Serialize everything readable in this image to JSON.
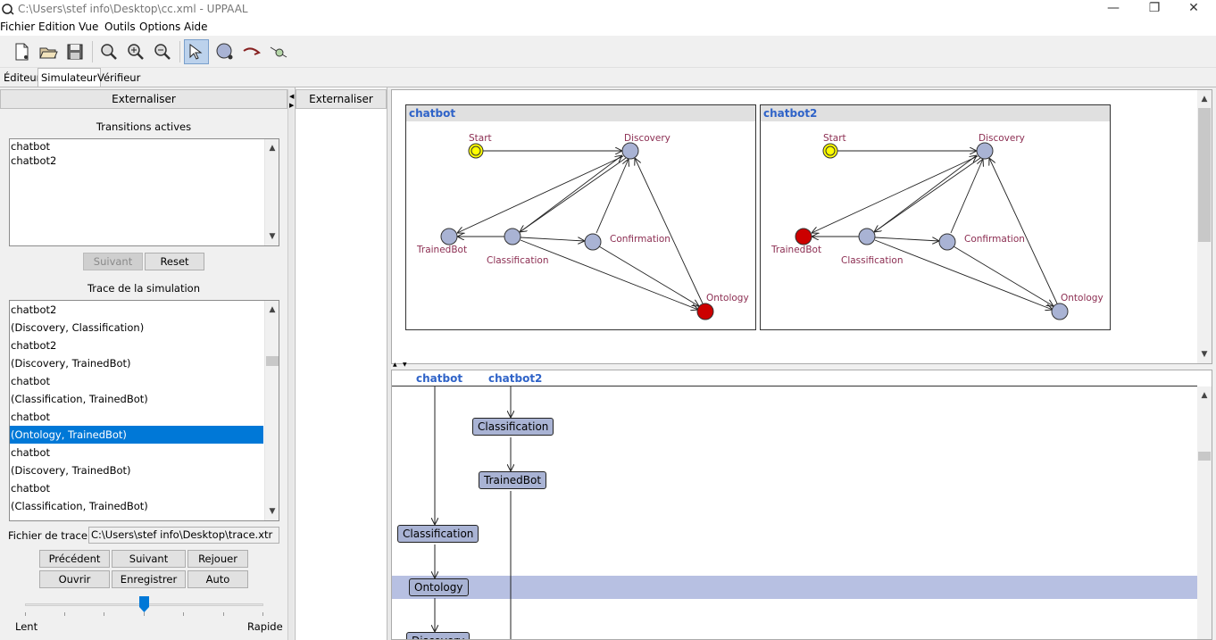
{
  "window": {
    "title": "C:\\Users\\stef info\\Desktop\\cc.xml - UPPAAL",
    "controls": [
      "—",
      "❐",
      "✕"
    ]
  },
  "menu": [
    "Fichier",
    "Edition",
    "Vue",
    "Outils",
    "Options",
    "Aide"
  ],
  "tabs": [
    "Éditeur",
    "Simulateur",
    "Vérifieur"
  ],
  "left": {
    "externalize": "Externaliser",
    "transitions_label": "Transitions actives",
    "transitions": [
      "chatbot",
      "chatbot2"
    ],
    "next_button": "Suivant",
    "reset_button": "Reset",
    "trace_label": "Trace de la simulation",
    "trace": [
      "chatbot2",
      "(Discovery, Classification)",
      "chatbot2",
      "(Discovery, TrainedBot)",
      "chatbot",
      "(Classification, TrainedBot)",
      "chatbot",
      "(Ontology, TrainedBot)",
      "chatbot",
      "(Discovery, TrainedBot)",
      "chatbot",
      "(Classification, TrainedBot)"
    ],
    "trace_selected_index": 7,
    "trace_file_label": "Fichier de trace:",
    "trace_file_value": "C:\\Users\\stef info\\Desktop\\trace.xtr",
    "buttons_row1": [
      "Précédent",
      "Suivant",
      "Rejouer"
    ],
    "buttons_row2": [
      "Ouvrir",
      "Enregistrer",
      "Auto"
    ],
    "speed_slow": "Lent",
    "speed_fast": "Rapide",
    "speed_level": 0.5
  },
  "middle": {
    "externalize": "Externaliser"
  },
  "processes": [
    {
      "name": "chatbot",
      "locations": [
        "Start",
        "Discovery",
        "TrainedBot",
        "Classification",
        "Confirmation",
        "Ontology"
      ],
      "active_location": "Ontology"
    },
    {
      "name": "chatbot2",
      "locations": [
        "Start",
        "Discovery",
        "TrainedBot",
        "Classification",
        "Confirmation",
        "Ontology"
      ],
      "active_location": "TrainedBot"
    }
  ],
  "msc": {
    "lanes": [
      "chatbot",
      "chatbot2"
    ],
    "boxes": [
      "Classification",
      "TrainedBot",
      "Classification",
      "Ontology",
      "Discovery"
    ],
    "highlight_box": "Ontology"
  },
  "colors": {
    "process_title": "#2f63c8",
    "location_label": "#8c2e52",
    "location_fill": "#a9b3d4",
    "active_location": "#cc0000",
    "initial_location": "#ffff00",
    "selection": "#0078d7",
    "msc_highlight": "#b7c0e2"
  }
}
